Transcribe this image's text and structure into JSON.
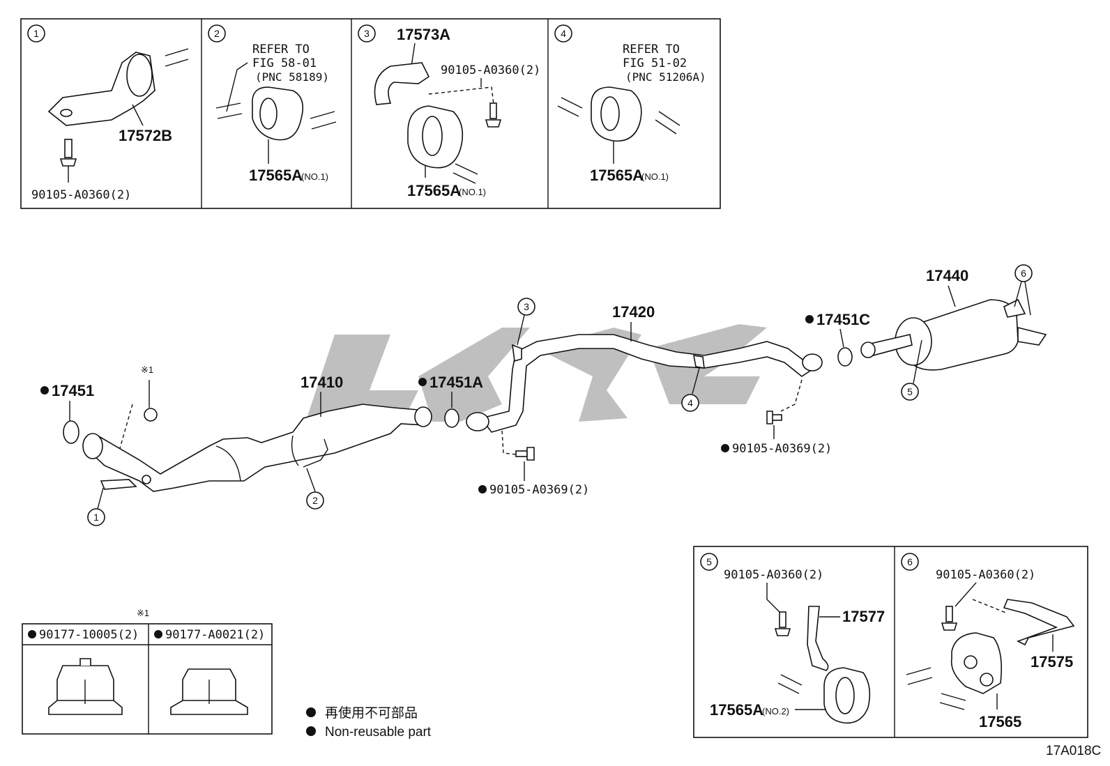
{
  "panels": {
    "p1": {
      "num": "1",
      "part": "17572B",
      "bolt": "90105-A0360(2)"
    },
    "p2": {
      "num": "2",
      "refer": [
        "REFER TO",
        "FIG 58-01",
        "(PNC 58189)"
      ],
      "part": "17565A",
      "part_note": "(NO.1)"
    },
    "p3": {
      "num": "3",
      "part_top": "17573A",
      "bolt": "90105-A0360(2)",
      "part": "17565A",
      "part_note": "(NO.1)"
    },
    "p4": {
      "num": "4",
      "refer": [
        "REFER TO",
        "FIG 51-02",
        "(PNC 51206A)"
      ],
      "part": "17565A",
      "part_note": "(NO.1)"
    },
    "p5": {
      "num": "5",
      "bolt": "90105-A0360(2)",
      "bracket": "17577",
      "part": "17565A",
      "part_note": "(NO.2)"
    },
    "p6": {
      "num": "6",
      "bolt": "90105-A0360(2)",
      "bracket": "17575",
      "part": "17565"
    }
  },
  "main": {
    "gasket_front": "17451",
    "asterisk_ref": "※1",
    "front_pipe": "17410",
    "gasket_mid": "17451A",
    "center_pipe": "17420",
    "gasket_rear": "17451C",
    "muffler": "17440",
    "bolt_mid": "90105-A0369(2)",
    "bolt_rear": "90105-A0369(2)",
    "callouts": [
      "1",
      "2",
      "3",
      "4",
      "5",
      "6"
    ]
  },
  "nuts": {
    "ref": "※1",
    "nut1": "90177-10005(2)",
    "nut2": "90177-A0021(2)"
  },
  "legend": {
    "line1": "再使用不可部品",
    "line2": "Non-reusable part"
  },
  "figure_code": "17A018C"
}
